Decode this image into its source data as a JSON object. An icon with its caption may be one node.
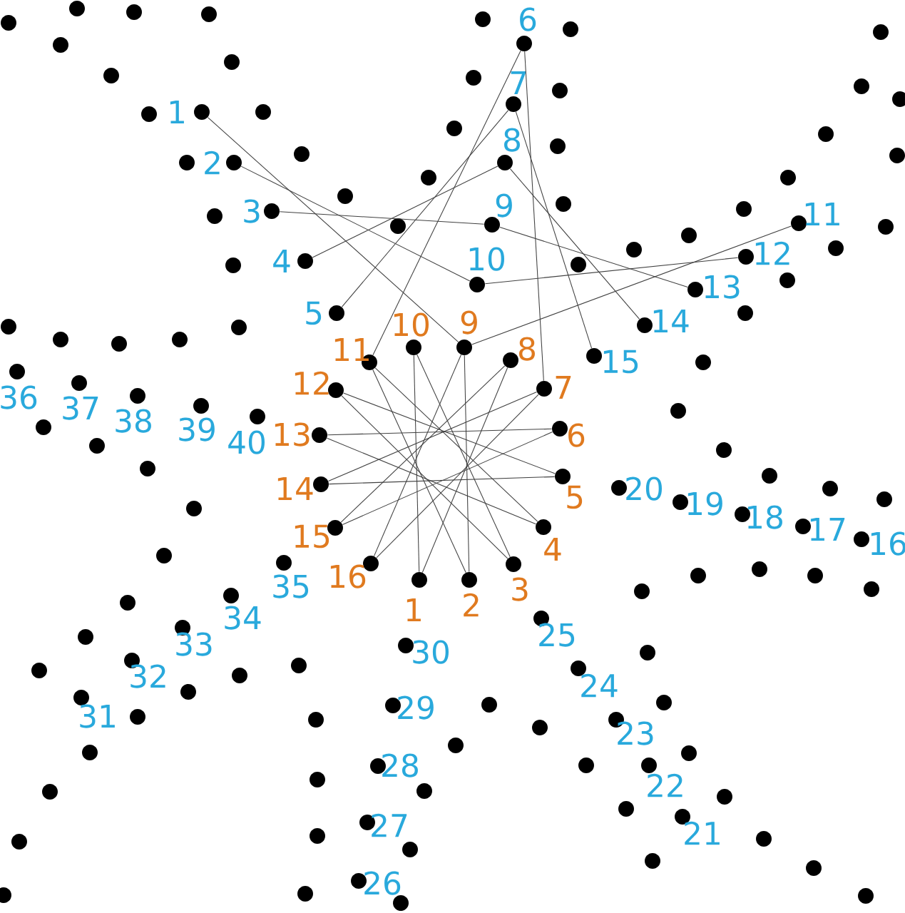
{
  "diagram": {
    "nodes": [
      {
        "text": [],
        "shape": "circle",
        "beside": [
          "1"
        ]
      },
      {
        "text": [],
        "shape": "circle",
        "beside": [
          "2"
        ]
      },
      {
        "text": [],
        "shape": "circle",
        "beside": [
          "3"
        ]
      },
      {
        "text": [],
        "shape": "circle",
        "beside": [
          "4"
        ]
      },
      {
        "text": [],
        "shape": "circle",
        "beside": [
          "5"
        ]
      },
      {
        "text": [],
        "shape": "circle",
        "beside": [
          "6"
        ]
      },
      {
        "text": [],
        "shape": "circle",
        "beside": [
          "7"
        ]
      },
      {
        "text": [],
        "shape": "circle",
        "beside": [
          "8"
        ]
      },
      {
        "text": [],
        "shape": "circle",
        "beside": [
          "9"
        ]
      },
      {
        "text": [],
        "shape": "circle",
        "beside": [
          "10"
        ]
      },
      {
        "text": [],
        "shape": "circle",
        "beside": [
          "11"
        ]
      },
      {
        "text": [],
        "shape": "circle",
        "beside": [
          "12"
        ]
      },
      {
        "text": [],
        "shape": "circle",
        "beside": [
          "13"
        ]
      },
      {
        "text": [],
        "shape": "circle",
        "beside": [
          "14"
        ]
      },
      {
        "text": [],
        "shape": "circle",
        "beside": [
          "15"
        ]
      },
      {
        "text": [],
        "shape": "circle",
        "beside": [
          "16"
        ]
      },
      {
        "text": [],
        "shape": "circle",
        "beside": [
          "17"
        ]
      },
      {
        "text": [],
        "shape": "circle",
        "beside": [
          "18"
        ]
      },
      {
        "text": [],
        "shape": "circle",
        "beside": [
          "19"
        ]
      },
      {
        "text": [],
        "shape": "circle",
        "beside": [
          "20"
        ]
      },
      {
        "text": [],
        "shape": "circle",
        "beside": [
          "21"
        ]
      },
      {
        "text": [],
        "shape": "circle",
        "beside": [
          "22"
        ]
      },
      {
        "text": [],
        "shape": "circle",
        "beside": [
          "23"
        ]
      },
      {
        "text": [],
        "shape": "circle",
        "beside": [
          "24"
        ]
      },
      {
        "text": [],
        "shape": "circle",
        "beside": [
          "25"
        ]
      },
      {
        "text": [],
        "shape": "circle",
        "beside": [
          "26"
        ]
      },
      {
        "text": [],
        "shape": "circle",
        "beside": [
          "27"
        ]
      },
      {
        "text": [],
        "shape": "circle",
        "beside": [
          "28"
        ]
      },
      {
        "text": [],
        "shape": "circle",
        "beside": [
          "29"
        ]
      },
      {
        "text": [],
        "shape": "circle",
        "beside": [
          "30"
        ]
      },
      {
        "text": [],
        "shape": "circle",
        "beside": [
          "31"
        ]
      },
      {
        "text": [],
        "shape": "circle",
        "beside": [
          "32"
        ]
      },
      {
        "text": [],
        "shape": "circle",
        "beside": [
          "33"
        ]
      },
      {
        "text": [],
        "shape": "circle",
        "beside": [
          "34"
        ]
      },
      {
        "text": [],
        "shape": "circle",
        "beside": [
          "35"
        ]
      },
      {
        "text": [],
        "shape": "circle",
        "beside": [
          "36"
        ]
      },
      {
        "text": [],
        "shape": "circle",
        "beside": [
          "37"
        ]
      },
      {
        "text": [],
        "shape": "circle",
        "beside": [
          "38"
        ]
      },
      {
        "text": [],
        "shape": "circle",
        "beside": [
          "39"
        ]
      },
      {
        "text": [],
        "shape": "circle",
        "beside": [
          "40"
        ]
      },
      {
        "text": [],
        "shape": "circle",
        "beside": [
          "1"
        ]
      },
      {
        "text": [],
        "shape": "circle",
        "beside": [
          "2"
        ]
      },
      {
        "text": [],
        "shape": "circle",
        "beside": [
          "3"
        ]
      },
      {
        "text": [],
        "shape": "circle",
        "beside": [
          "4"
        ]
      },
      {
        "text": [],
        "shape": "circle",
        "beside": [
          "5"
        ]
      },
      {
        "text": [],
        "shape": "circle",
        "beside": [
          "6"
        ]
      },
      {
        "text": [],
        "shape": "circle",
        "beside": [
          "7"
        ]
      },
      {
        "text": [],
        "shape": "circle",
        "beside": [
          "8"
        ]
      },
      {
        "text": [],
        "shape": "circle",
        "beside": [
          "9"
        ]
      },
      {
        "text": [],
        "shape": "circle",
        "beside": [
          "10"
        ]
      },
      {
        "text": [],
        "shape": "circle",
        "beside": [
          "11"
        ]
      },
      {
        "text": [],
        "shape": "circle",
        "beside": [
          "12"
        ]
      },
      {
        "text": [],
        "shape": "circle",
        "beside": [
          "13"
        ]
      },
      {
        "text": [],
        "shape": "circle",
        "beside": [
          "14"
        ]
      },
      {
        "text": [],
        "shape": "circle",
        "beside": [
          "15"
        ]
      },
      {
        "text": [],
        "shape": "circle",
        "beside": [
          "16"
        ]
      },
      {
        "text": [],
        "shape": "circle"
      },
      {
        "text": [],
        "shape": "circle"
      },
      {
        "text": [],
        "shape": "circle"
      },
      {
        "text": [],
        "shape": "circle"
      },
      {
        "text": [],
        "shape": "circle"
      },
      {
        "text": [],
        "shape": "circle"
      },
      {
        "text": [],
        "shape": "circle"
      },
      {
        "text": [],
        "shape": "circle"
      },
      {
        "text": [],
        "shape": "circle"
      },
      {
        "text": [],
        "shape": "circle"
      },
      {
        "text": [],
        "shape": "circle"
      },
      {
        "text": [],
        "shape": "circle"
      },
      {
        "text": [],
        "shape": "circle"
      },
      {
        "text": [],
        "shape": "circle"
      },
      {
        "text": [],
        "shape": "circle"
      },
      {
        "text": [],
        "shape": "circle"
      },
      {
        "text": [],
        "shape": "circle"
      },
      {
        "text": [],
        "shape": "circle"
      },
      {
        "text": [],
        "shape": "circle"
      },
      {
        "text": [],
        "shape": "circle"
      },
      {
        "text": [],
        "shape": "circle"
      },
      {
        "text": [],
        "shape": "circle"
      },
      {
        "text": [],
        "shape": "circle"
      },
      {
        "text": [],
        "shape": "circle"
      },
      {
        "text": [],
        "shape": "circle"
      },
      {
        "text": [],
        "shape": "circle"
      },
      {
        "text": [],
        "shape": "circle"
      },
      {
        "text": [],
        "shape": "circle"
      },
      {
        "text": [],
        "shape": "circle"
      },
      {
        "text": [],
        "shape": "circle"
      },
      {
        "text": [],
        "shape": "circle"
      },
      {
        "text": [],
        "shape": "circle"
      },
      {
        "text": [],
        "shape": "circle"
      },
      {
        "text": [],
        "shape": "circle"
      },
      {
        "text": [],
        "shape": "circle"
      },
      {
        "text": [],
        "shape": "circle"
      },
      {
        "text": [],
        "shape": "circle"
      },
      {
        "text": [],
        "shape": "circle"
      },
      {
        "text": [],
        "shape": "circle"
      },
      {
        "text": [],
        "shape": "circle"
      },
      {
        "text": [],
        "shape": "circle"
      },
      {
        "text": [],
        "shape": "circle"
      },
      {
        "text": [],
        "shape": "circle"
      },
      {
        "text": [],
        "shape": "circle"
      },
      {
        "text": [],
        "shape": "circle"
      },
      {
        "text": [],
        "shape": "circle"
      },
      {
        "text": [],
        "shape": "circle"
      },
      {
        "text": [],
        "shape": "circle"
      },
      {
        "text": [],
        "shape": "circle"
      },
      {
        "text": [],
        "shape": "circle"
      },
      {
        "text": [],
        "shape": "circle"
      },
      {
        "text": [],
        "shape": "circle"
      },
      {
        "text": [],
        "shape": "circle"
      },
      {
        "text": [],
        "shape": "circle"
      },
      {
        "text": [],
        "shape": "circle"
      },
      {
        "text": [],
        "shape": "circle"
      },
      {
        "text": [],
        "shape": "circle"
      },
      {
        "text": [],
        "shape": "circle"
      },
      {
        "text": [],
        "shape": "circle"
      },
      {
        "text": [],
        "shape": "circle"
      },
      {
        "text": [],
        "shape": "circle"
      },
      {
        "text": [],
        "shape": "circle"
      },
      {
        "text": [],
        "shape": "circle"
      },
      {
        "text": [],
        "shape": "circle"
      },
      {
        "text": [],
        "shape": "circle"
      },
      {
        "text": [],
        "shape": "circle"
      },
      {
        "text": [],
        "shape": "circle"
      },
      {
        "text": [],
        "shape": "circle"
      },
      {
        "text": [],
        "shape": "circle"
      },
      {
        "text": [],
        "shape": "circle"
      },
      {
        "text": [],
        "shape": "circle"
      },
      {
        "text": [],
        "shape": "circle"
      },
      {
        "text": [],
        "shape": "circle"
      },
      {
        "text": [],
        "shape": "circle"
      },
      {
        "text": [],
        "shape": "circle"
      },
      {
        "text": [],
        "shape": "circle"
      },
      {
        "text": [],
        "shape": "circle"
      },
      {
        "text": [],
        "shape": "circle"
      },
      {
        "text": [],
        "shape": "circle"
      },
      {
        "text": [],
        "shape": "circle"
      },
      {
        "text": [],
        "shape": "circle"
      },
      {
        "text": [],
        "shape": "circle"
      },
      {
        "text": [],
        "shape": "circle"
      },
      {
        "text": [],
        "shape": "circle"
      },
      {
        "text": [],
        "shape": "circle"
      },
      {
        "text": [],
        "shape": "circle"
      },
      {
        "text": [],
        "shape": "circle"
      },
      {
        "text": [],
        "shape": "circle"
      },
      {
        "text": [],
        "shape": "circle"
      }
    ],
    "edges": [
      {
        "from": 0,
        "to": 48,
        "arrow": "none"
      },
      {
        "from": 1,
        "to": 9,
        "arrow": "none"
      },
      {
        "from": 2,
        "to": 8,
        "arrow": "none"
      },
      {
        "from": 3,
        "to": 7,
        "arrow": "none"
      },
      {
        "from": 4,
        "to": 6,
        "arrow": "none"
      },
      {
        "from": 5,
        "to": 50,
        "arrow": "none"
      },
      {
        "from": 5,
        "to": 46,
        "arrow": "none"
      },
      {
        "from": 6,
        "to": 14,
        "arrow": "none"
      },
      {
        "from": 7,
        "to": 13,
        "arrow": "none"
      },
      {
        "from": 8,
        "to": 12,
        "arrow": "none"
      },
      {
        "from": 9,
        "to": 11,
        "arrow": "none"
      },
      {
        "from": 10,
        "to": 48,
        "arrow": "none"
      },
      {
        "from": 40,
        "to": 47,
        "arrow": "none"
      },
      {
        "from": 41,
        "to": 48,
        "arrow": "none"
      },
      {
        "from": 42,
        "to": 49,
        "arrow": "none"
      },
      {
        "from": 43,
        "to": 50,
        "arrow": "none"
      },
      {
        "from": 44,
        "to": 51,
        "arrow": "none"
      },
      {
        "from": 45,
        "to": 52,
        "arrow": "none"
      },
      {
        "from": 46,
        "to": 53,
        "arrow": "none"
      },
      {
        "from": 47,
        "to": 54,
        "arrow": "none"
      },
      {
        "from": 48,
        "to": 55,
        "arrow": "none"
      },
      {
        "from": 49,
        "to": 40,
        "arrow": "none"
      },
      {
        "from": 50,
        "to": 41,
        "arrow": "none"
      },
      {
        "from": 51,
        "to": 42,
        "arrow": "none"
      },
      {
        "from": 52,
        "to": 43,
        "arrow": "none"
      },
      {
        "from": 53,
        "to": 44,
        "arrow": "none"
      },
      {
        "from": 54,
        "to": 45,
        "arrow": "none"
      },
      {
        "from": 55,
        "to": 46,
        "arrow": "none"
      }
    ]
  }
}
